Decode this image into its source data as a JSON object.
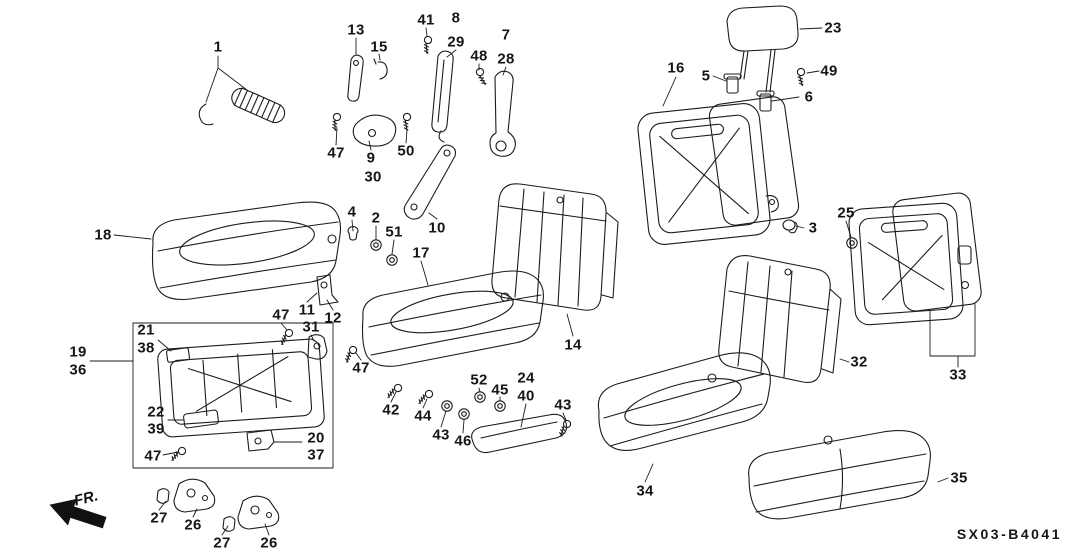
{
  "diagram": {
    "code": "SX03-B4041",
    "direction_label": "FR.",
    "callouts": {
      "c1": "1",
      "c2": "2",
      "c3": "3",
      "c4": "4",
      "c5": "5",
      "c6": "6",
      "c7": "7",
      "c8": "8",
      "c9": "9",
      "c10": "10",
      "c11": "11",
      "c12": "12",
      "c13": "13",
      "c14": "14",
      "c15": "15",
      "c16": "16",
      "c17": "17",
      "c18": "18",
      "c19": "19",
      "c20": "20",
      "c21": "21",
      "c22": "22",
      "c23": "23",
      "c24": "24",
      "c25": "25",
      "c26a": "26",
      "c26b": "26",
      "c27a": "27",
      "c27b": "27",
      "c28": "28",
      "c29": "29",
      "c30": "30",
      "c31": "31",
      "c32": "32",
      "c33": "33",
      "c34": "34",
      "c35": "35",
      "c36": "36",
      "c37": "37",
      "c38": "38",
      "c39": "39",
      "c40": "40",
      "c41": "41",
      "c42": "42",
      "c43a": "43",
      "c43b": "43",
      "c44": "44",
      "c45": "45",
      "c46": "46",
      "c47a": "47",
      "c47b": "47",
      "c47c": "47",
      "c47d": "47",
      "c48": "48",
      "c49": "49",
      "c50": "50",
      "c51": "51",
      "c52": "52"
    }
  }
}
